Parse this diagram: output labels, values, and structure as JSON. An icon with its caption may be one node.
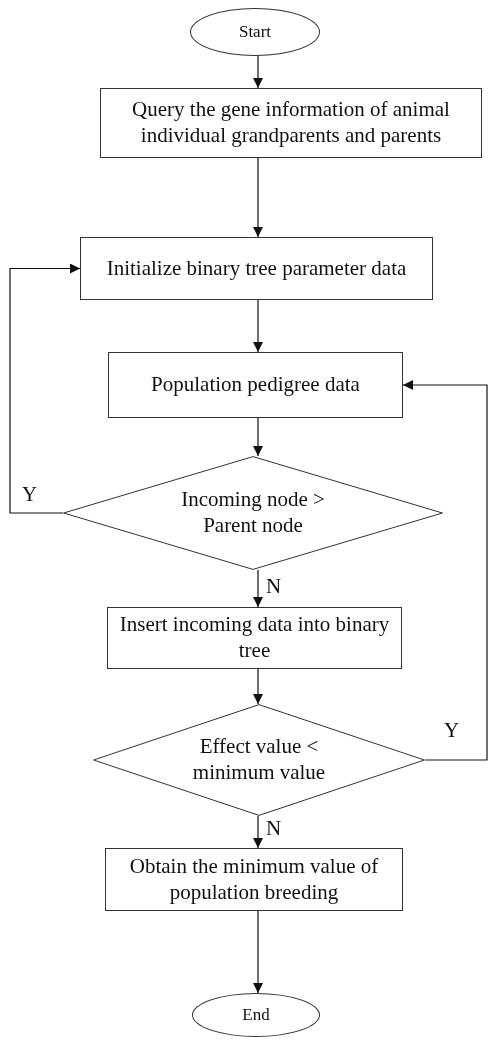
{
  "diagram": {
    "nodes": [
      {
        "text": [
          "Start"
        ]
      },
      {
        "text": [
          "Query the gene information of animal individual grandparents and parents"
        ]
      },
      {
        "text": [
          "Initialize binary tree parameter data"
        ]
      },
      {
        "text": [
          "Population pedigree data"
        ]
      },
      {
        "text": [
          "Incoming node > Parent node"
        ]
      },
      {
        "text": [
          "Insert incoming data into binary tree"
        ]
      },
      {
        "text": [
          "Effect value < minimum value"
        ]
      },
      {
        "text": [
          "Obtain the minimum value of population breeding"
        ]
      },
      {
        "text": [
          "End"
        ]
      }
    ],
    "edges": [
      {
        "from": 0,
        "to": 1,
        "arrow": "to"
      },
      {
        "from": 1,
        "to": 2,
        "arrow": "to"
      },
      {
        "from": 2,
        "to": 3,
        "arrow": "to"
      },
      {
        "from": 3,
        "to": 4,
        "arrow": "to"
      },
      {
        "from": 4,
        "to": 2,
        "arrow": "to",
        "label": "Y"
      },
      {
        "from": 4,
        "to": 5,
        "arrow": "to",
        "label": "N"
      },
      {
        "from": 5,
        "to": 6,
        "arrow": "to"
      },
      {
        "from": 6,
        "to": 3,
        "arrow": "to",
        "label": "Y"
      },
      {
        "from": 6,
        "to": 7,
        "arrow": "to",
        "label": "N"
      },
      {
        "from": 7,
        "to": 8,
        "arrow": "to"
      }
    ]
  }
}
